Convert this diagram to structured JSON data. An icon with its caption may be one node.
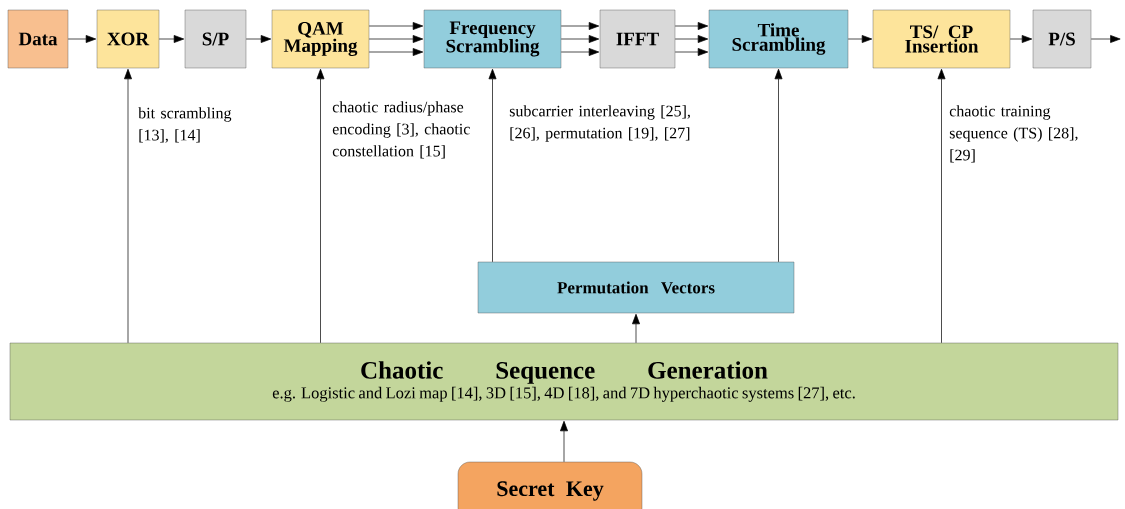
{
  "diagram": {
    "nodes": [
      {
        "text": [
          "Data"
        ]
      },
      {
        "text": [
          "XOR"
        ]
      },
      {
        "text": [
          "S/P"
        ]
      },
      {
        "text": [
          "QAM Mapping"
        ]
      },
      {
        "text": [
          "Frequency Scrambling"
        ]
      },
      {
        "text": [
          "IFFT"
        ]
      },
      {
        "text": [
          "Time Scrambling"
        ]
      },
      {
        "text": [
          "TS/ CP Insertion"
        ]
      },
      {
        "text": [
          "P/S"
        ]
      },
      {
        "text": [
          "Permutation Vectors"
        ]
      },
      {
        "text": [
          "Chaotic Sequence Generation",
          "e.g. Logistic and Lozi map [14], 3D [15], 4D [18], and 7D hyperchaotic systems [27], etc."
        ]
      },
      {
        "text": [
          "Secret Key"
        ]
      }
    ],
    "edges": [
      {
        "from": 0,
        "to": 1,
        "arrow": "to"
      },
      {
        "from": 1,
        "to": 2,
        "arrow": "to"
      },
      {
        "from": 2,
        "to": 3,
        "arrow": "to"
      },
      {
        "from": 3,
        "to": 4,
        "arrow": "to"
      },
      {
        "from": 3,
        "to": 4,
        "arrow": "to"
      },
      {
        "from": 3,
        "to": 4,
        "arrow": "to"
      },
      {
        "from": 4,
        "to": 5,
        "arrow": "to"
      },
      {
        "from": 4,
        "to": 5,
        "arrow": "to"
      },
      {
        "from": 4,
        "to": 5,
        "arrow": "to"
      },
      {
        "from": 5,
        "to": 6,
        "arrow": "to"
      },
      {
        "from": 5,
        "to": 6,
        "arrow": "to"
      },
      {
        "from": 5,
        "to": 6,
        "arrow": "to"
      },
      {
        "from": 6,
        "to": 7,
        "arrow": "to"
      },
      {
        "from": 7,
        "to": 8,
        "arrow": "to"
      },
      {
        "from": 8,
        "to": null,
        "arrow": "to"
      },
      {
        "from": 10,
        "to": 1,
        "arrow": "to",
        "label": "bit scrambling [13], [14]"
      },
      {
        "from": 10,
        "to": 3,
        "arrow": "to",
        "label": "chaotic radius/phase encoding [3], chaotic constellation [15]"
      },
      {
        "from": 9,
        "to": 4,
        "arrow": "to",
        "label": "subcarrier interleaving [25], [26], permutation [19], [27]"
      },
      {
        "from": 9,
        "to": 6,
        "arrow": "to"
      },
      {
        "from": 10,
        "to": 7,
        "arrow": "to",
        "label": "chaotic training sequence (TS) [28], [29]"
      },
      {
        "from": 10,
        "to": 9,
        "arrow": "to"
      },
      {
        "from": 11,
        "to": 10,
        "arrow": "to"
      }
    ]
  }
}
